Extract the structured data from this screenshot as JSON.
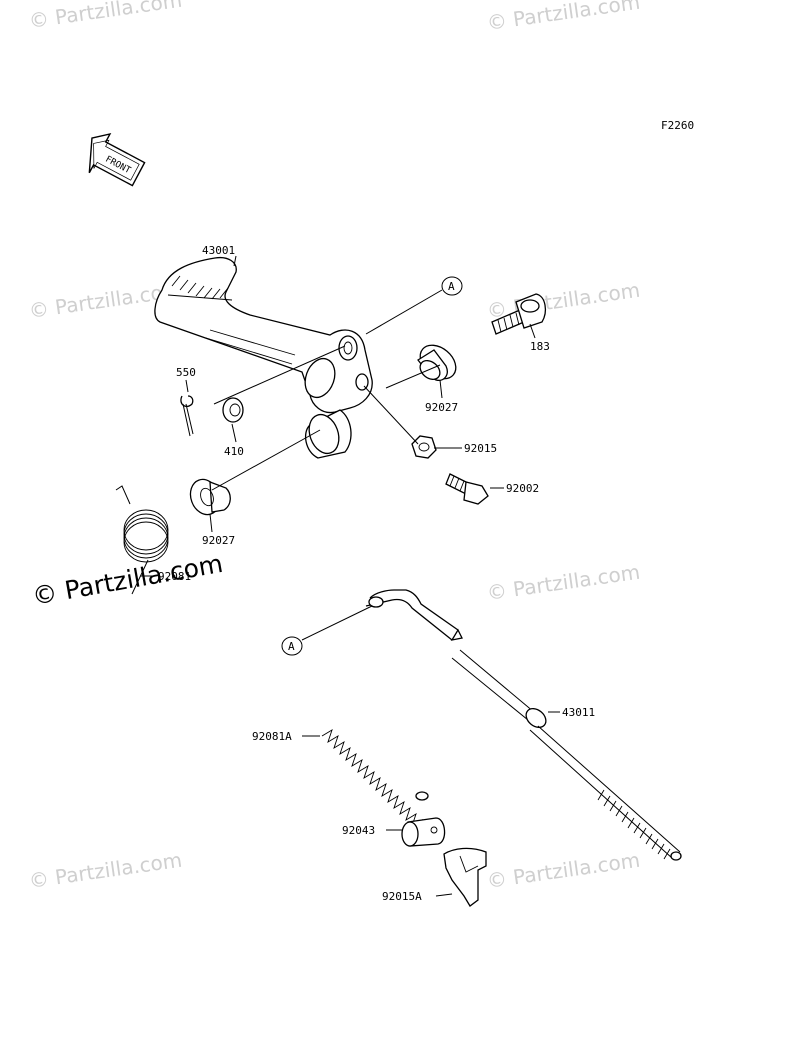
{
  "figure_code": "F2260",
  "front_arrow_label": "FRONT",
  "watermark_text": "© Partzilla.com",
  "callout_letter": "A",
  "parts": [
    {
      "id": "43001",
      "name": "brake-pedal"
    },
    {
      "id": "183",
      "name": "bolt"
    },
    {
      "id": "550",
      "name": "cotter-pin"
    },
    {
      "id": "410",
      "name": "washer"
    },
    {
      "id": "92027",
      "name": "bushing-right"
    },
    {
      "id": "92015",
      "name": "nut"
    },
    {
      "id": "92002",
      "name": "bolt-small"
    },
    {
      "id": "92027",
      "name": "bushing-left"
    },
    {
      "id": "92081",
      "name": "torsion-spring"
    },
    {
      "id": "43011",
      "name": "brake-rod"
    },
    {
      "id": "92081A",
      "name": "coil-spring"
    },
    {
      "id": "92043",
      "name": "pin"
    },
    {
      "id": "92015A",
      "name": "adjuster-nut"
    }
  ]
}
